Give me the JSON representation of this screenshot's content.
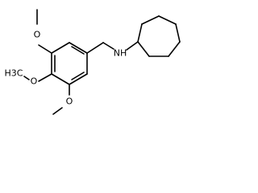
{
  "molecule": {
    "atoms": {
      "o_top": "O",
      "methyl_top": "",
      "o_mid": "O",
      "methyl_mid": "H3C",
      "o_bottom": "O",
      "methyl_bottom": "",
      "amine": "NH"
    }
  },
  "colors": {
    "bond": "#000000",
    "label": "#000000",
    "background": "#ffffff"
  }
}
